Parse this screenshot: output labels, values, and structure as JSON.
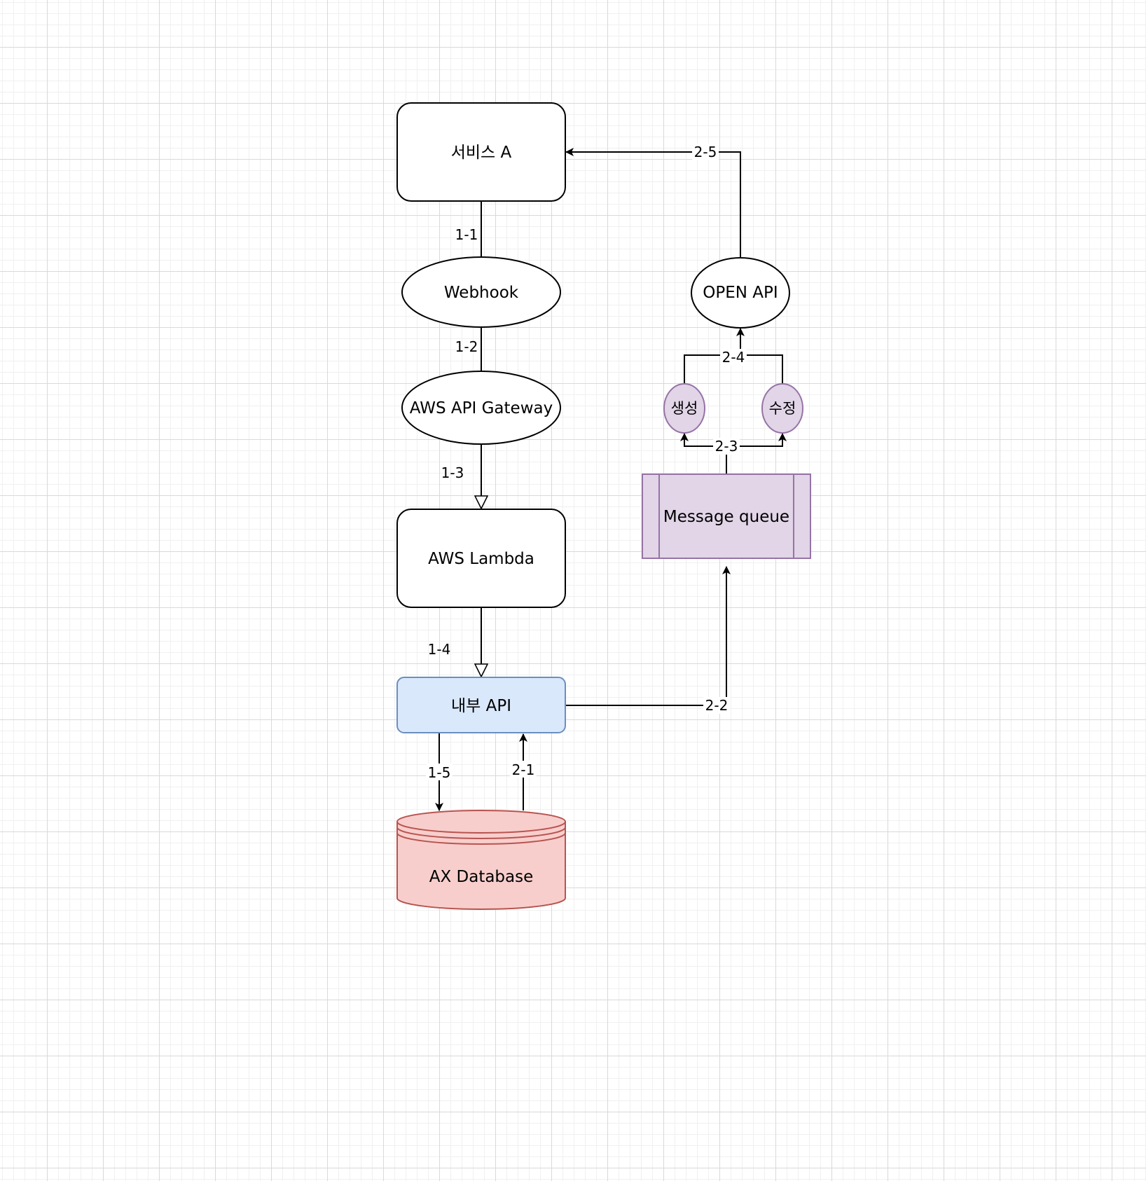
{
  "nodes": {
    "service_a": "서비스 A",
    "webhook": "Webhook",
    "api_gateway": "AWS API Gateway",
    "lambda": "AWS Lambda",
    "internal_api": "내부 API",
    "database": "AX Database",
    "message_queue": "Message queue",
    "create": "생성",
    "update": "수정",
    "open_api": "OPEN API"
  },
  "edges": {
    "e1_1": "1-1",
    "e1_2": "1-2",
    "e1_3": "1-3",
    "e1_4": "1-4",
    "e1_5": "1-5",
    "e2_1": "2-1",
    "e2_2": "2-2",
    "e2_3": "2-3",
    "e2_4": "2-4",
    "e2_5": "2-5"
  },
  "colors": {
    "internal_api_fill": "#dae8fc",
    "internal_api_stroke": "#6c8ebf",
    "database_fill": "#f8cecc",
    "database_stroke": "#b85450",
    "queue_fill": "#e1d5e7",
    "queue_stroke": "#9673a6",
    "line": "#000000"
  }
}
